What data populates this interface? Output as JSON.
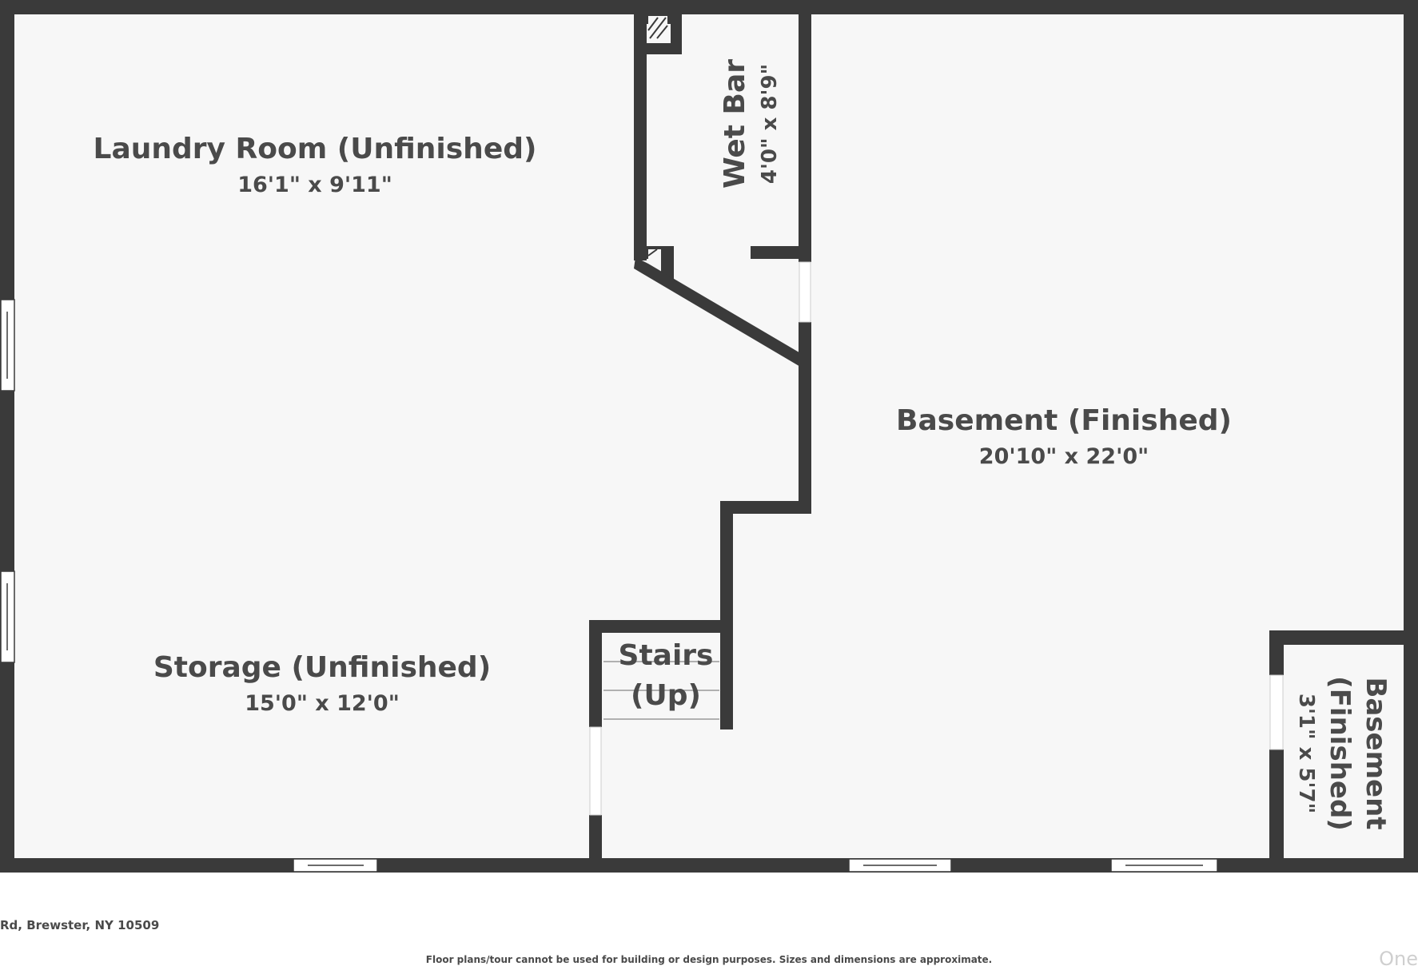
{
  "rooms": {
    "laundry": {
      "name": "Laundry Room (Unfinished)",
      "dims": "16'1\" x 9'11\""
    },
    "storage": {
      "name": "Storage (Unfinished)",
      "dims": "15'0\" x 12'0\""
    },
    "basement_main": {
      "name": "Basement (Finished)",
      "dims": "20'10\" x 22'0\""
    },
    "wet_bar": {
      "name": "Wet Bar",
      "dims": "4'0\" x 8'9\""
    },
    "stairs": {
      "line1": "Stairs",
      "line2": "(Up)"
    },
    "basement_small": {
      "line1": "Basement",
      "line2": "(Finished)",
      "dims": "3'1\" x 5'7\""
    }
  },
  "footer": {
    "address": "Rd, Brewster, NY 10509",
    "disclaimer": "Floor plans/tour cannot be used for building or design purposes. Sizes and dimensions are approximate.",
    "brand": "One"
  },
  "colors": {
    "wall": "#3a3a3a",
    "floor": "#f7f7f7",
    "text": "#4a4a4a"
  }
}
